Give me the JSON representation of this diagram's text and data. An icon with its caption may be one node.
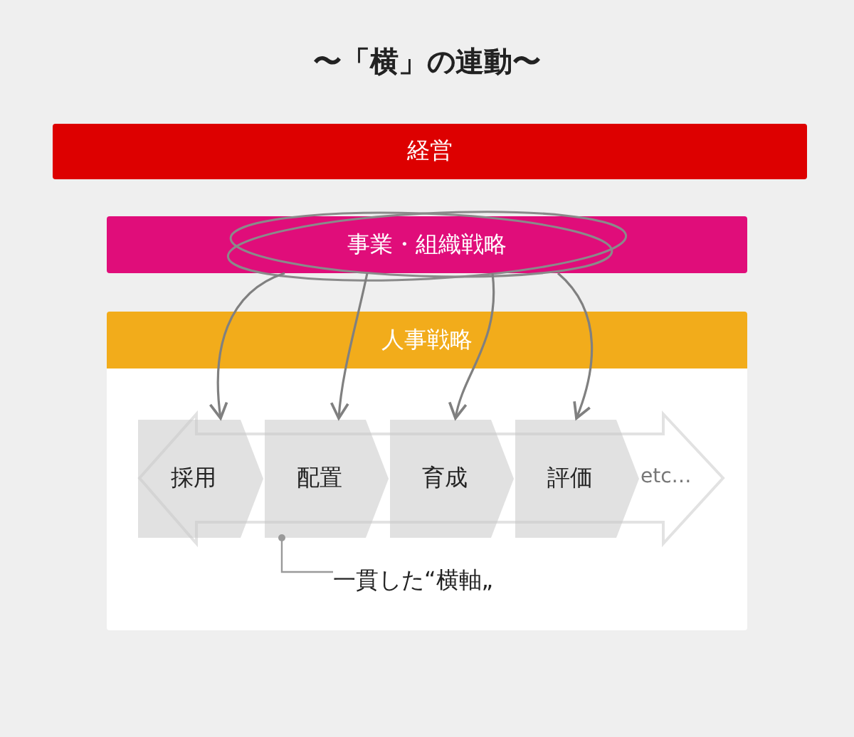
{
  "diagram": {
    "title": "〜「横」の連動〜",
    "nodes": [
      {
        "text": [
          "経営"
        ]
      },
      {
        "text": [
          "事業・組織戦略"
        ]
      },
      {
        "text": [
          "人事戦略"
        ]
      },
      {
        "text": [
          "採用"
        ],
        "in": 2
      },
      {
        "text": [
          "配置"
        ],
        "in": 2
      },
      {
        "text": [
          "育成"
        ],
        "in": 2
      },
      {
        "text": [
          "評価"
        ],
        "in": 2
      },
      {
        "text": [
          "etc…"
        ],
        "in": 2
      },
      {
        "text": [
          "一貫した“横軸„"
        ],
        "in": 2
      }
    ],
    "edges": [
      {
        "from": 1,
        "to": 3,
        "arrow": "to"
      },
      {
        "from": 1,
        "to": 4,
        "arrow": "to"
      },
      {
        "from": 1,
        "to": 5,
        "arrow": "to"
      },
      {
        "from": 1,
        "to": 6,
        "arrow": "to"
      },
      {
        "from": 8,
        "to": 4,
        "arrow": "other"
      }
    ]
  }
}
